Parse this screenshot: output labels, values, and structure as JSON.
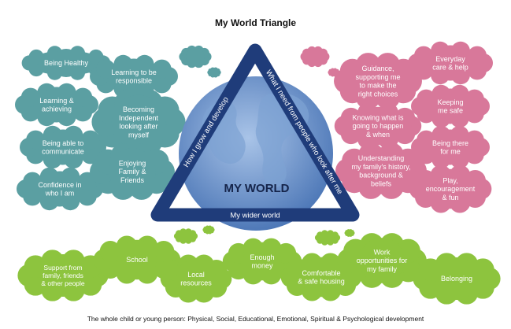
{
  "title": "My World Triangle",
  "footer": "The whole child or young person: Physical, Social, Educational, Emotional, Spiritual & Psychological development",
  "colors": {
    "teal": "#5b9fa2",
    "pink": "#d8789a",
    "green": "#8dc43e",
    "navy": "#1f3c7a",
    "globe": "#4f79b8"
  },
  "triangle": {
    "center_label": "MY WORLD",
    "left_side": "How I grow and develop",
    "right_side": "What I need from people who look after me",
    "bottom_side": "My wider world"
  },
  "clouds": {
    "teal": [
      [
        "Being Healthy"
      ],
      [
        "Learning &",
        "achieving"
      ],
      [
        "Being able to",
        "communicate"
      ],
      [
        "Confidence in",
        "who I am"
      ],
      [
        "Learning to be",
        "responsible"
      ],
      [
        "Becoming",
        "Independent",
        "looking after",
        "myself"
      ],
      [
        "Enjoying",
        "Family &",
        "Friends"
      ]
    ],
    "pink": [
      [
        "Guidance,",
        "supporting me",
        "to make the",
        "right choices"
      ],
      [
        "Knowing what is",
        "going to happen",
        "& when"
      ],
      [
        "Understanding",
        "my family's history,",
        "background &",
        "beliefs"
      ],
      [
        "Everyday",
        "care & help"
      ],
      [
        "Keeping",
        "me safe"
      ],
      [
        "Being there",
        "for me"
      ],
      [
        "Play,",
        "encouragement",
        "& fun"
      ]
    ],
    "green": [
      [
        "Support from",
        "family, friends",
        "& other people"
      ],
      [
        "School"
      ],
      [
        "Local",
        "resources"
      ],
      [
        "Enough",
        "money"
      ],
      [
        "Comfortable",
        "& safe housing"
      ],
      [
        "Work",
        "opportunities for",
        "my family"
      ],
      [
        "Belonging"
      ]
    ]
  }
}
